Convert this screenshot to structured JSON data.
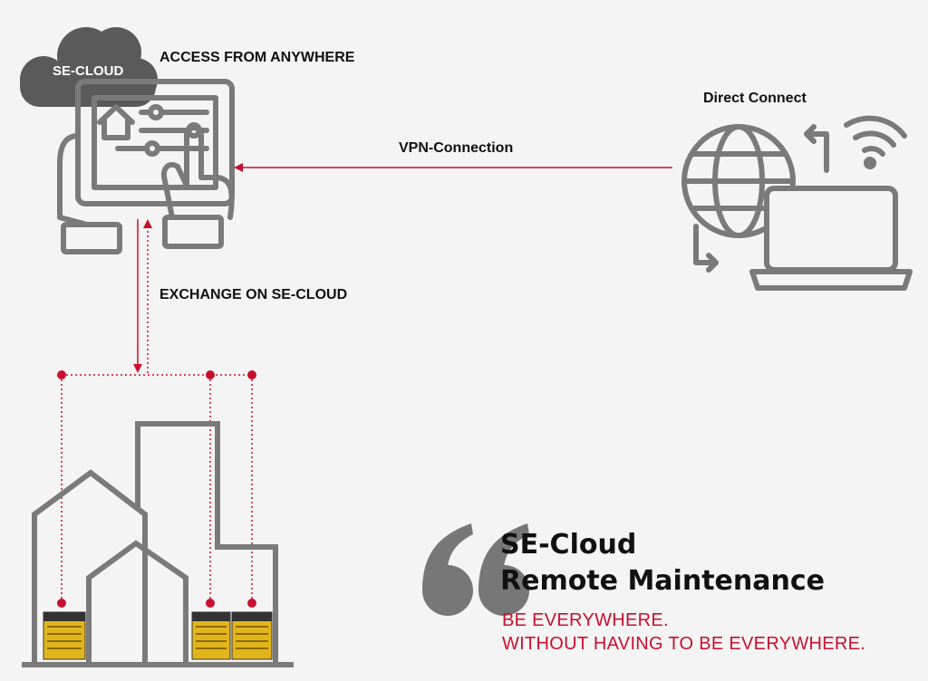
{
  "cloud": {
    "label": "SE-CLOUD"
  },
  "labels": {
    "access": "ACCESS FROM ANYWHERE",
    "direct": "Direct Connect",
    "vpn": "VPN-Connection",
    "exchange": "EXCHANGE ON SE-CLOUD"
  },
  "quote": {
    "title_line1": "SE-Cloud",
    "title_line2": "Remote Maintenance",
    "sub_line1": "BE EVERYWHERE.",
    "sub_line2": "WITHOUT HAVING TO BE EVERYWHERE."
  },
  "colors": {
    "accent": "#c8102e",
    "icon": "#7a7a7a",
    "cloud": "#5a5a5a",
    "device": "#e3b51c"
  }
}
